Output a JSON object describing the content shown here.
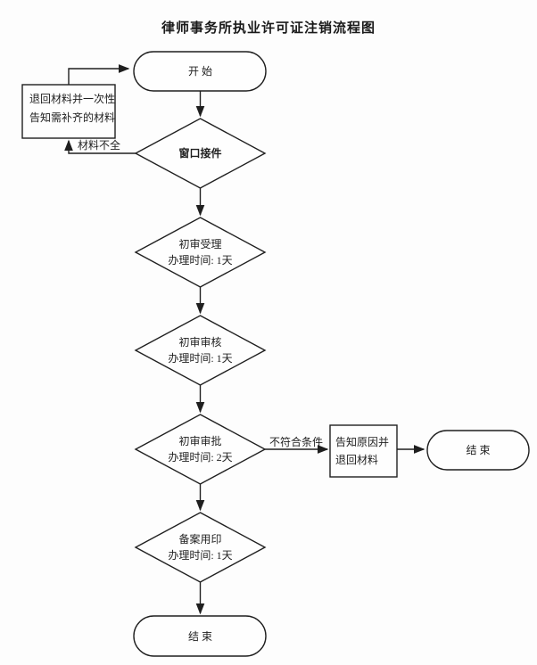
{
  "title": "律师事务所执业许可证注销流程图",
  "colors": {
    "line": "#1f1f1f",
    "background": "#fdfdfd"
  },
  "nodes": {
    "start": {
      "type": "terminator",
      "label": "开 始"
    },
    "return_box": {
      "type": "process",
      "line1": "退回材料并一次性",
      "line2": "告知需补齐的材料"
    },
    "window": {
      "type": "decision",
      "label": "窗口接件"
    },
    "accept": {
      "type": "decision",
      "label": "初审受理",
      "time": "办理时间: 1天"
    },
    "review": {
      "type": "decision",
      "label": "初审审核",
      "time": "办理时间: 1天"
    },
    "approve": {
      "type": "decision",
      "label": "初审审批",
      "time": "办理时间: 2天"
    },
    "seal": {
      "type": "decision",
      "label": "备案用印",
      "time": "办理时间: 1天"
    },
    "notify_box": {
      "type": "process",
      "line1": "告知原因并",
      "line2": "退回材料"
    },
    "end_right": {
      "type": "terminator",
      "label": "结 束"
    },
    "end_bottom": {
      "type": "terminator",
      "label": "结 束"
    }
  },
  "edge_labels": {
    "incomplete": "材料不全",
    "reject": "不符合条件"
  }
}
